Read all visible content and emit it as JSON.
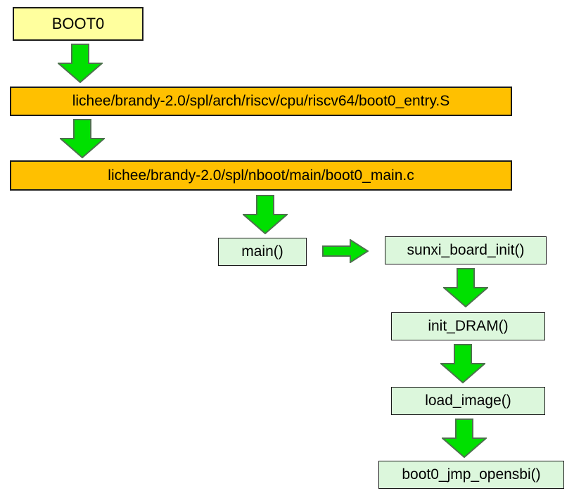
{
  "diagram": {
    "type": "flowchart",
    "description": "BOOT0 SPL boot flow",
    "nodes": [
      {
        "id": "boot0",
        "label": "BOOT0",
        "kind": "start"
      },
      {
        "id": "boot0_entry",
        "label": "lichee/brandy-2.0/spl/arch/riscv/cpu/riscv64/boot0_entry.S",
        "kind": "file"
      },
      {
        "id": "boot0_main",
        "label": "lichee/brandy-2.0/spl/nboot/main/boot0_main.c",
        "kind": "file"
      },
      {
        "id": "main",
        "label": "main()",
        "kind": "function"
      },
      {
        "id": "sunxi_board_init",
        "label": "sunxi_board_init()",
        "kind": "function"
      },
      {
        "id": "init_dram",
        "label": "init_DRAM()",
        "kind": "function"
      },
      {
        "id": "load_image",
        "label": "load_image()",
        "kind": "function"
      },
      {
        "id": "boot0_jmp_opensbi",
        "label": "boot0_jmp_opensbi()",
        "kind": "function"
      }
    ],
    "edges": [
      {
        "from": "boot0",
        "to": "boot0_entry",
        "direction": "down"
      },
      {
        "from": "boot0_entry",
        "to": "boot0_main",
        "direction": "down"
      },
      {
        "from": "boot0_main",
        "to": "main",
        "direction": "down"
      },
      {
        "from": "main",
        "to": "sunxi_board_init",
        "direction": "right"
      },
      {
        "from": "sunxi_board_init",
        "to": "init_dram",
        "direction": "down"
      },
      {
        "from": "init_dram",
        "to": "load_image",
        "direction": "down"
      },
      {
        "from": "load_image",
        "to": "boot0_jmp_opensbi",
        "direction": "down"
      }
    ],
    "colors": {
      "background": "#FFFFFF",
      "start_fill": "#FFFF9E",
      "file_fill": "#FFC000",
      "function_fill": "#DCF7DC",
      "node_border": "#1A1A1A",
      "arrow_fill": "#00E000",
      "arrow_stroke": "#4C724C",
      "text": "#000000"
    }
  }
}
